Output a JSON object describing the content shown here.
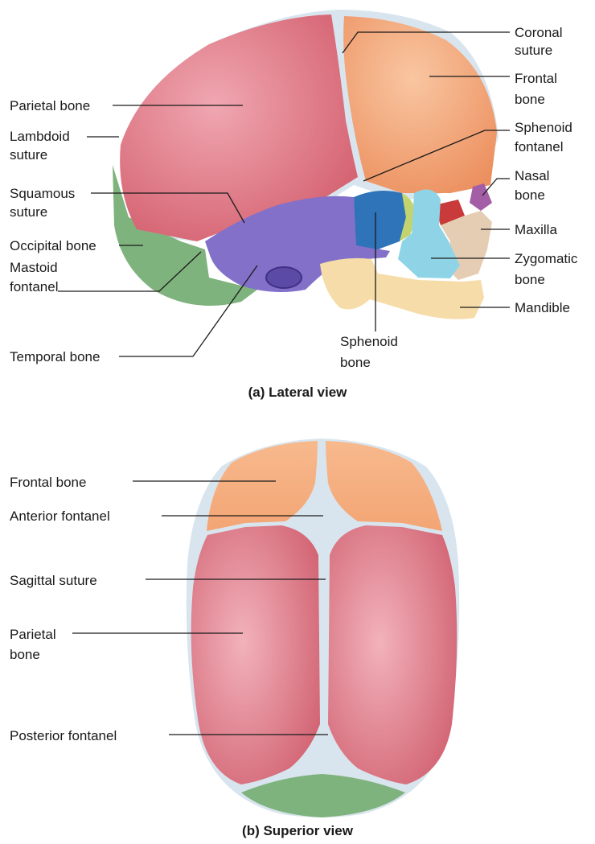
{
  "lateral": {
    "caption": "(a) Lateral view",
    "labels": {
      "coronal_1": "Coronal",
      "coronal_2": "suture",
      "frontal_1": "Frontal",
      "frontal_2": "bone",
      "parietal": "Parietal bone",
      "lambdoid_1": "Lambdoid",
      "lambdoid_2": "suture",
      "sphenoid_fontanel_1": "Sphenoid",
      "sphenoid_fontanel_2": "fontanel",
      "nasal_1": "Nasal",
      "nasal_2": "bone",
      "squamous_1": "Squamous",
      "squamous_2": "suture",
      "occipital": "Occipital bone",
      "maxilla": "Maxilla",
      "mastoid_1": "Mastoid",
      "mastoid_2": "fontanel",
      "zygomatic_1": "Zygomatic",
      "zygomatic_2": "bone",
      "mandible": "Mandible",
      "sphenoid_bone_1": "Sphenoid",
      "sphenoid_bone_2": "bone",
      "temporal": "Temporal bone"
    }
  },
  "superior": {
    "caption": "(b) Superior view",
    "labels": {
      "frontal": "Frontal bone",
      "anterior_fontanel": "Anterior fontanel",
      "sagittal": "Sagittal suture",
      "parietal_1": "Parietal",
      "parietal_2": "bone",
      "posterior_fontanel": "Posterior fontanel"
    }
  },
  "colors": {
    "parietal": "#dd7384",
    "frontal": "#f3a574",
    "occipital": "#7fb37e",
    "temporal": "#8370c9",
    "sphenoid": "#2f74b8",
    "zygomatic": "#8fd4e6",
    "mandible": "#f6dca8",
    "maxilla": "#e5cdb4",
    "nasal": "#a35ea6",
    "lacrimal": "#c93b3b",
    "ethmoid": "#c3d36d",
    "fontanel": "#d9e5ee",
    "leader": "#1a1a1a"
  }
}
